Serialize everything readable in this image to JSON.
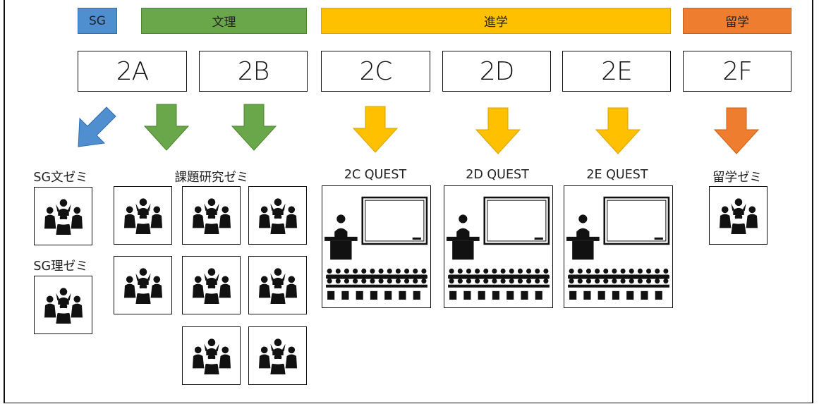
{
  "colors": {
    "sg": "#4f8fd0",
    "bunri": "#6aa64a",
    "shingaku": "#ffc000",
    "ryugaku": "#ee7d30",
    "outline": "#111111"
  },
  "bands": {
    "sg": "SG",
    "bunri": "文理",
    "shingaku": "進学",
    "ryugaku": "留学"
  },
  "classes": {
    "a": "2A",
    "b": "2B",
    "c": "2C",
    "d": "2D",
    "e": "2E",
    "f": "2F"
  },
  "labels": {
    "sg_bun": "SG文ゼミ",
    "sg_ri": "SG理ゼミ",
    "kadai": "課題研究ゼミ",
    "quest_c": "2C QUEST",
    "quest_d": "2D QUEST",
    "quest_e": "2E QUEST",
    "ryugaku_zemi": "留学ゼミ"
  },
  "icons": {
    "seminar": "seminar-group-icon",
    "lecture": "lecture-classroom-icon",
    "arrow": "down-arrow-icon"
  }
}
